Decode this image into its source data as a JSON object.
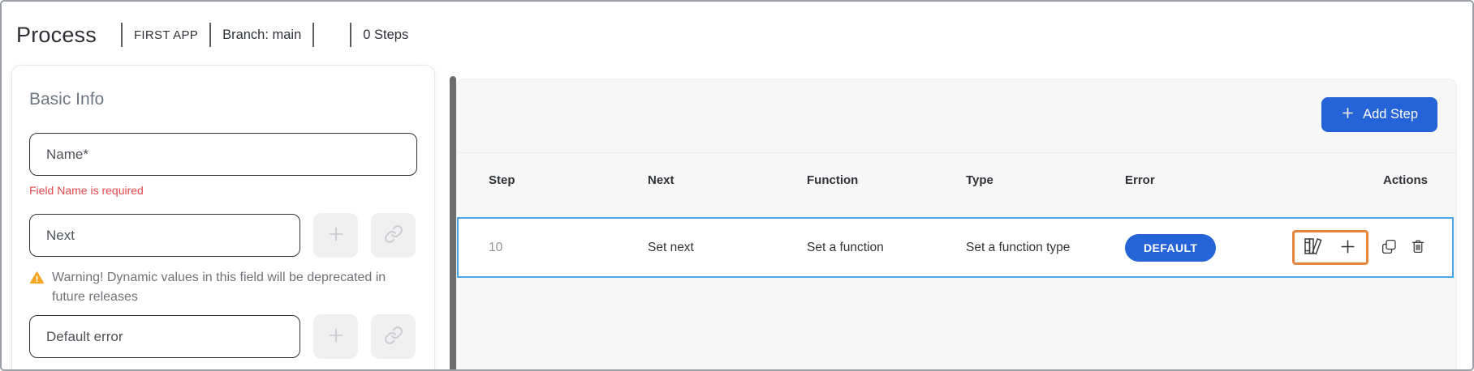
{
  "header": {
    "title": "Process",
    "app_name": "FIRST APP",
    "branch": "Branch: main",
    "steps_count": "0 Steps"
  },
  "basic_info": {
    "title": "Basic Info",
    "fields": {
      "name": {
        "label": "Name*",
        "error": "Field Name is required"
      },
      "next": {
        "label": "Next",
        "warning": "Warning! Dynamic values in this field will be deprecated in future releases"
      },
      "default_error": {
        "label": "Default error"
      }
    }
  },
  "steps_panel": {
    "add_step_label": "Add Step",
    "table": {
      "columns": [
        "Step",
        "Next",
        "Function",
        "Type",
        "Error",
        "Actions"
      ],
      "rows": [
        {
          "step": "10",
          "next": "Set next",
          "function": "Set a function",
          "type": "Set a function type",
          "error": "DEFAULT"
        }
      ]
    }
  },
  "icons": {
    "header_button": "plus-icon",
    "field_buttons": [
      "plus-icon",
      "link-icon"
    ],
    "field_warning": "warning-triangle-icon",
    "row_actions": [
      "library-icon",
      "add-icon",
      "copy-icon",
      "delete-icon"
    ]
  },
  "colors": {
    "primary_blue": "#2563d9",
    "selected_row_border": "#4ba6e8",
    "highlight_orange_border": "#e5863c",
    "warning_orange": "#f5a623",
    "error_red": "#e5484d",
    "panel_background": "#f7f7f8"
  }
}
